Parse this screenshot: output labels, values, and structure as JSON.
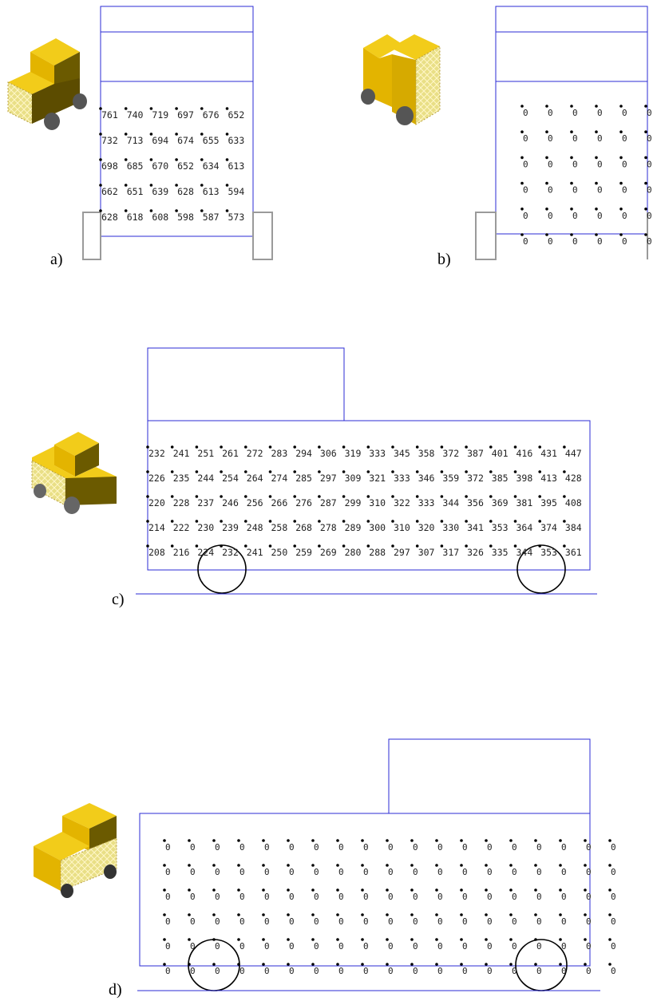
{
  "panels": {
    "a": {
      "label": "a)",
      "rows": [
        [
          "761",
          "740",
          "719",
          "697",
          "676",
          "652"
        ],
        [
          "732",
          "713",
          "694",
          "674",
          "655",
          "633"
        ],
        [
          "698",
          "685",
          "670",
          "652",
          "634",
          "613"
        ],
        [
          "662",
          "651",
          "639",
          "628",
          "613",
          "594"
        ],
        [
          "628",
          "618",
          "608",
          "598",
          "587",
          "573"
        ]
      ]
    },
    "b": {
      "label": "b)",
      "rows": [
        [
          "0",
          "0",
          "0",
          "0",
          "0",
          "0",
          "0"
        ],
        [
          "0",
          "0",
          "0",
          "0",
          "0",
          "0",
          "0"
        ],
        [
          "0",
          "0",
          "0",
          "0",
          "0",
          "0",
          "0"
        ],
        [
          "0",
          "0",
          "0",
          "0",
          "0",
          "0",
          "0"
        ],
        [
          "0",
          "0",
          "0",
          "0",
          "0",
          "0",
          "0"
        ],
        [
          "0",
          "0",
          "0",
          "0",
          "0",
          "0",
          "0"
        ]
      ]
    },
    "c": {
      "label": "c)",
      "rows": [
        [
          "232",
          "241",
          "251",
          "261",
          "272",
          "283",
          "294",
          "306",
          "319",
          "333",
          "345",
          "358",
          "372",
          "387",
          "401",
          "416",
          "431",
          "447"
        ],
        [
          "226",
          "235",
          "244",
          "254",
          "264",
          "274",
          "285",
          "297",
          "309",
          "321",
          "333",
          "346",
          "359",
          "372",
          "385",
          "398",
          "413",
          "428"
        ],
        [
          "220",
          "228",
          "237",
          "246",
          "256",
          "266",
          "276",
          "287",
          "299",
          "310",
          "322",
          "333",
          "344",
          "356",
          "369",
          "381",
          "395",
          "408"
        ],
        [
          "214",
          "222",
          "230",
          "239",
          "248",
          "258",
          "268",
          "278",
          "289",
          "300",
          "310",
          "320",
          "330",
          "341",
          "353",
          "364",
          "374",
          "384"
        ],
        [
          "208",
          "216",
          "224",
          "232",
          "241",
          "250",
          "259",
          "269",
          "280",
          "288",
          "297",
          "307",
          "317",
          "326",
          "335",
          "344",
          "353",
          "361"
        ]
      ]
    },
    "d": {
      "label": "d)",
      "rows": [
        [
          "0",
          "0",
          "0",
          "0",
          "0",
          "0",
          "0",
          "0",
          "0",
          "0",
          "0",
          "0",
          "0",
          "0",
          "0",
          "0",
          "0",
          "0",
          "0"
        ],
        [
          "0",
          "0",
          "0",
          "0",
          "0",
          "0",
          "0",
          "0",
          "0",
          "0",
          "0",
          "0",
          "0",
          "0",
          "0",
          "0",
          "0",
          "0",
          "0"
        ],
        [
          "0",
          "0",
          "0",
          "0",
          "0",
          "0",
          "0",
          "0",
          "0",
          "0",
          "0",
          "0",
          "0",
          "0",
          "0",
          "0",
          "0",
          "0",
          "0"
        ],
        [
          "0",
          "0",
          "0",
          "0",
          "0",
          "0",
          "0",
          "0",
          "0",
          "0",
          "0",
          "0",
          "0",
          "0",
          "0",
          "0",
          "0",
          "0",
          "0"
        ],
        [
          "0",
          "0",
          "0",
          "0",
          "0",
          "0",
          "0",
          "0",
          "0",
          "0",
          "0",
          "0",
          "0",
          "0",
          "0",
          "0",
          "0",
          "0",
          "0"
        ],
        [
          "0",
          "0",
          "0",
          "0",
          "0",
          "0",
          "0",
          "0",
          "0",
          "0",
          "0",
          "0",
          "0",
          "0",
          "0",
          "0",
          "0",
          "0",
          "0"
        ]
      ]
    }
  },
  "colors": {
    "outline": "#2b2bd6",
    "truck_yellow": "#e6b800",
    "truck_dark": "#6b5a00",
    "wheel": "#4a4a4a"
  },
  "icons": [
    "truck-icon"
  ]
}
